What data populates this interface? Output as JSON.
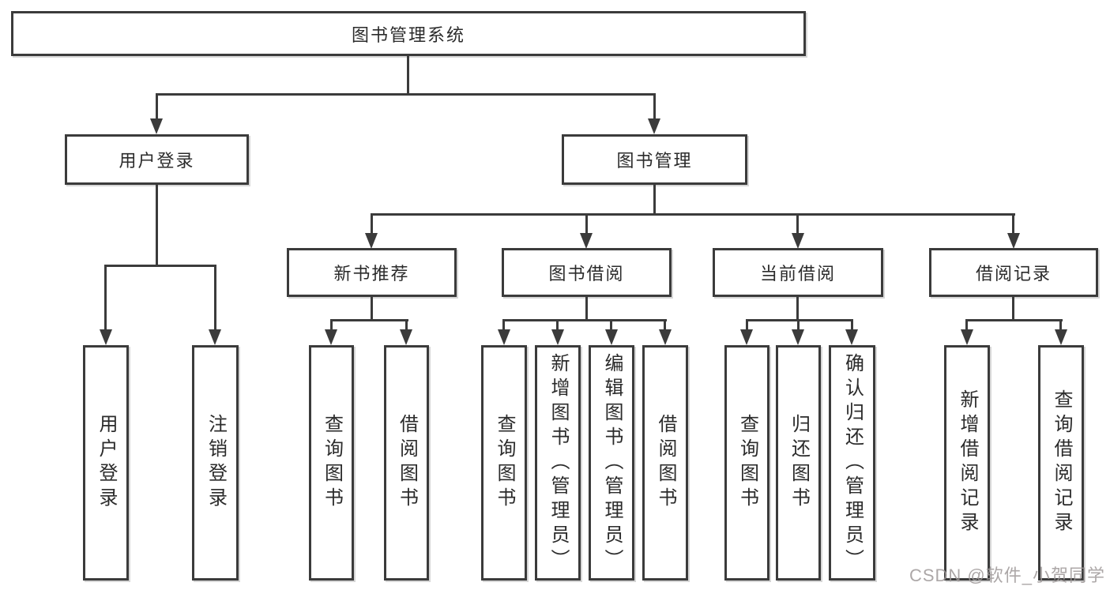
{
  "diagram": {
    "root": {
      "label": "图书管理系统"
    },
    "level2": [
      {
        "label": "用户登录"
      },
      {
        "label": "图书管理"
      }
    ],
    "level3": [
      {
        "label": "新书推荐",
        "parent": "图书管理"
      },
      {
        "label": "图书借阅",
        "parent": "图书管理"
      },
      {
        "label": "当前借阅",
        "parent": "图书管理"
      },
      {
        "label": "借阅记录",
        "parent": "图书管理"
      }
    ],
    "leaves": [
      {
        "label": "用户登录",
        "parent": "用户登录"
      },
      {
        "label": "注销登录",
        "parent": "用户登录"
      },
      {
        "label": "查询图书",
        "parent": "新书推荐"
      },
      {
        "label": "借阅图书",
        "parent": "新书推荐"
      },
      {
        "label": "查询图书",
        "parent": "图书借阅"
      },
      {
        "label": "新增图书（管理员）",
        "parent": "图书借阅"
      },
      {
        "label": "编辑图书（管理员）",
        "parent": "图书借阅"
      },
      {
        "label": "借阅图书",
        "parent": "图书借阅"
      },
      {
        "label": "查询图书",
        "parent": "当前借阅"
      },
      {
        "label": "归还图书",
        "parent": "当前借阅"
      },
      {
        "label": "确认归还（管理员）",
        "parent": "当前借阅"
      },
      {
        "label": "新增借阅记录",
        "parent": "借阅记录"
      },
      {
        "label": "查询借阅记录",
        "parent": "借阅记录"
      }
    ]
  },
  "watermark": {
    "text": "CSDN @软件_小贺同学"
  },
  "colors": {
    "line": "#3b3b3b",
    "box_border": "#3b3b3b",
    "box_fill": "#ffffff",
    "text": "#2b2b2b",
    "watermark": "#9e9898"
  }
}
